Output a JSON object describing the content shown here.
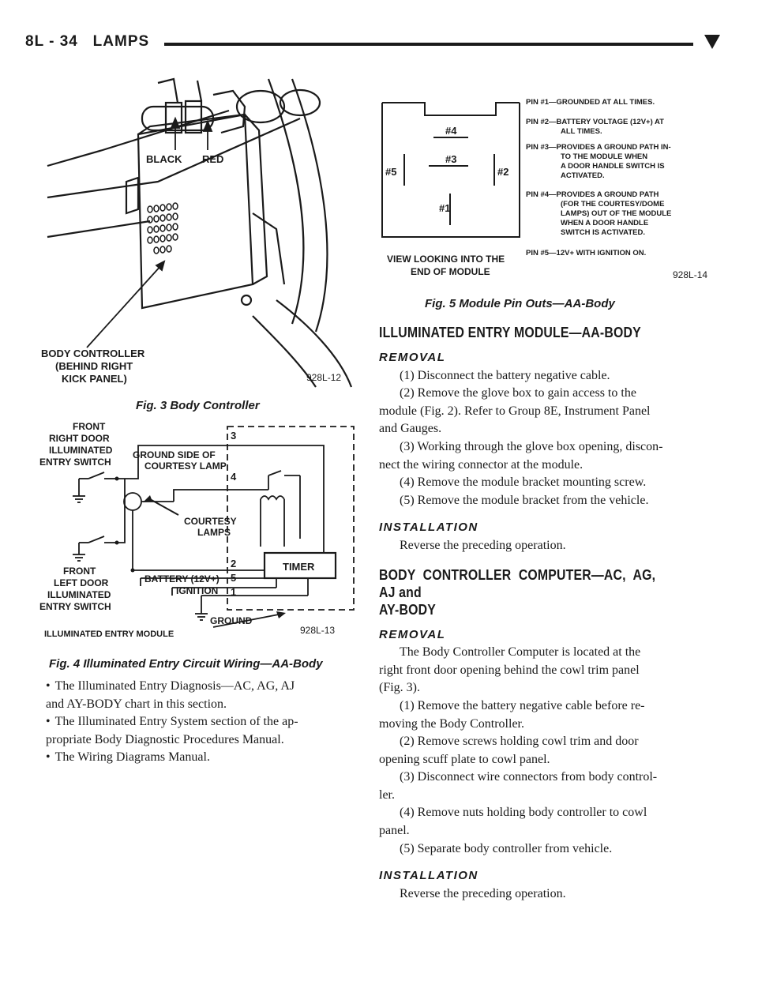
{
  "header": {
    "title": "8L - 34   LAMPS"
  },
  "fig3": {
    "caption": "Fig. 3 Body Controller",
    "labels": {
      "black": "BLACK",
      "red": "RED",
      "bc1": "BODY CONTROLLER",
      "bc2": "(BEHIND RIGHT",
      "bc3": "KICK PANEL)",
      "id": "928L-12"
    }
  },
  "fig4": {
    "caption": "Fig. 4 Illuminated Entry Circuit Wiring—AA-Body",
    "labels": {
      "fr1": "FRONT",
      "fr2": "RIGHT DOOR",
      "fr3": "ILLUMINATED",
      "fr4": "ENTRY SWITCH",
      "fl1": "FRONT",
      "fl2": "LEFT DOOR",
      "fl3": "ILLUMINATED",
      "fl4": "ENTRY SWITCH",
      "gs1": "GROUND SIDE OF",
      "gs2": "COURTESY LAMP",
      "cl1": "COURTESY",
      "cl2": "LAMPS",
      "battery": "BATTERY (12V+)",
      "ignition": "IGNITION",
      "ground": "GROUND",
      "timer": "TIMER",
      "module": "ILLUMINATED ENTRY MODULE",
      "id": "928L-13",
      "p3": "3",
      "p4": "4",
      "p2": "2",
      "p5": "5",
      "p1": "1"
    }
  },
  "fig5": {
    "caption": "Fig. 5 Module Pin Outs—AA-Body",
    "labels": {
      "pin4": "#4",
      "pin3": "#3",
      "pin5": "#5",
      "pin2": "#2",
      "pin1": "#1",
      "view1": "VIEW LOOKING INTO THE",
      "view2": "END OF MODULE",
      "id": "928L-14",
      "d1a": "PIN #1—GROUNDED AT ALL TIMES.",
      "d2a": "PIN #2—BATTERY VOLTAGE (12V+) AT",
      "d2b": "ALL TIMES.",
      "d3a": "PIN #3—PROVIDES A GROUND PATH IN-",
      "d3b": "TO THE MODULE WHEN",
      "d3c": "A DOOR HANDLE SWITCH IS",
      "d3d": "ACTIVATED.",
      "d4a": "PIN #4—PROVIDES A GROUND PATH",
      "d4b": "(FOR THE COURTESY/DOME",
      "d4c": "LAMPS) OUT OF THE MODULE",
      "d4d": "WHEN A DOOR HANDLE",
      "d4e": "SWITCH IS ACTIVATED.",
      "d5a": "PIN #5—12V+ WITH IGNITION ON."
    }
  },
  "left_text": {
    "b1a": "The Illuminated Entry Diagnosis—AC, AG, AJ",
    "b1b": "and AY-BODY chart in this section.",
    "b2a": "The Illuminated Entry System section of the ap-",
    "b2b": "propriate Body Diagnostic Procedures Manual.",
    "b3": "The Wiring Diagrams Manual."
  },
  "right_text": {
    "h_iem": "ILLUMINATED ENTRY MODULE—AA-BODY",
    "removal1": "REMOVAL",
    "r1": "(1) Disconnect the battery negative cable.",
    "r2a": "(2) Remove the glove box to gain access to the",
    "r2b": "module (Fig. 2). Refer to Group 8E, Instrument Panel",
    "r2c": "and Gauges.",
    "r3a": "(3) Working through the glove box opening, discon-",
    "r3b": "nect the wiring connector at the module.",
    "r4": "(4) Remove the module bracket mounting screw.",
    "r5": "(5) Remove the module bracket from the vehicle.",
    "install1": "INSTALLATION",
    "i1": "Reverse the preceding operation.",
    "h_bcc1": "BODY CONTROLLER COMPUTER—AC, AG, AJ and",
    "h_bcc2": "AY-BODY",
    "removal2": "REMOVAL",
    "s0a": "The Body Controller Computer is located at the",
    "s0b": "right front door opening behind the cowl trim panel",
    "s0c": "(Fig. 3).",
    "s1a": "(1) Remove the battery negative cable before re-",
    "s1b": "moving the Body Controller.",
    "s2a": "(2) Remove screws holding cowl trim and door",
    "s2b": "opening scuff plate to cowl panel.",
    "s3a": "(3) Disconnect wire connectors from body control-",
    "s3b": "ler.",
    "s4a": "(4) Remove nuts holding body controller to cowl",
    "s4b": "panel.",
    "s5": "(5) Separate body controller from vehicle.",
    "install2": "INSTALLATION",
    "i2": "Reverse the preceding operation."
  }
}
